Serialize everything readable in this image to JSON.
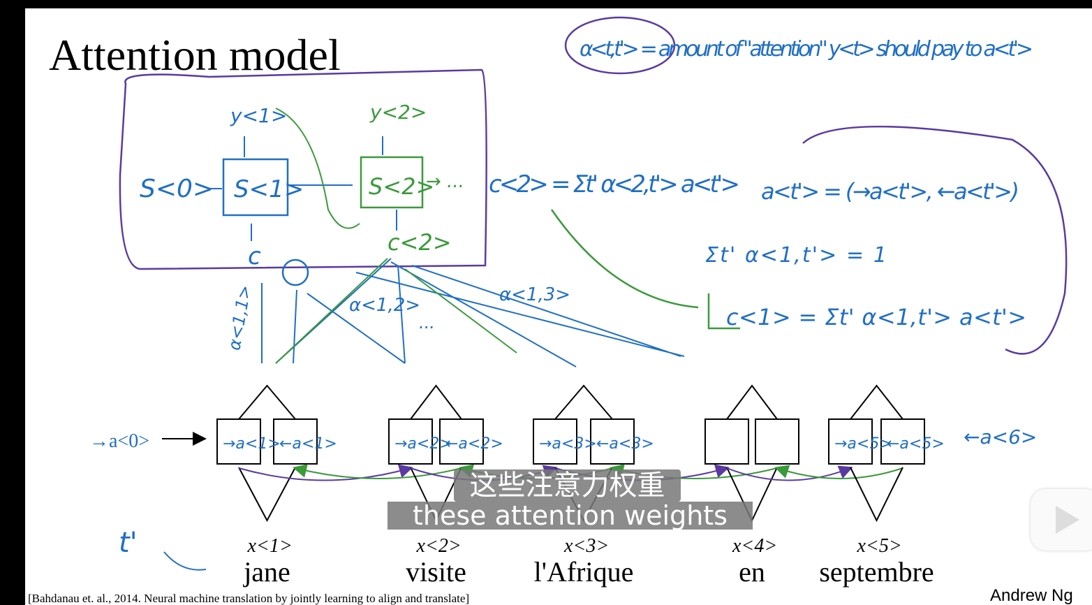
{
  "slide": {
    "title": "Attention model",
    "alpha_definition": "α<t,t'> = amount of \"attention\" y<t> should pay to a<t'>",
    "context_2": "c<2> = Σt' α<2,t'> a<t'>",
    "activation_def": "a<t'> = (→a<t'>, ←a<t'>)",
    "sum_constraint": "Σt' α<1,t'> = 1",
    "context_1": "c<1> = Σt' α<1,t'> a<t'>",
    "decoder": {
      "s0": "S<0>",
      "s1": "S<1>",
      "s2": "S<2>",
      "y1": "y<1>",
      "y2": "y<2>",
      "c1": "c",
      "c2": "c<2>",
      "ellipsis": "→ ...",
      "alpha11": "α<1,1>",
      "alpha12": "α<1,2>",
      "alpha13": "α<1,3>",
      "dots": "..."
    },
    "encoder": {
      "a0": "→a<0>",
      "a6": "←a<6>",
      "cells": [
        {
          "fwd": "→a<1>",
          "bwd": "←a<1>",
          "x": "x<1>",
          "word": "jane"
        },
        {
          "fwd": "→a<2>",
          "bwd": "←a<2>",
          "x": "x<2>",
          "word": "visite"
        },
        {
          "fwd": "→a<3>",
          "bwd": "←a<3>",
          "x": "x<3>",
          "word": "l'Afrique"
        },
        {
          "fwd": "",
          "bwd": "",
          "x": "x<4>",
          "word": "en"
        },
        {
          "fwd": "→a<5>",
          "bwd": "←a<5>",
          "x": "x<5>",
          "word": "septembre"
        }
      ],
      "t_prime": "t'"
    },
    "citation": "[Bahdanau et. al., 2014. Neural machine translation by jointly learning to align and translate]",
    "author": "Andrew Ng"
  },
  "subtitles": {
    "zh": "这些注意力权重",
    "en": "these attention weights"
  },
  "colors": {
    "blue": "#1f6fc4",
    "green": "#3a9a3a",
    "purple": "#5a3aa0"
  }
}
